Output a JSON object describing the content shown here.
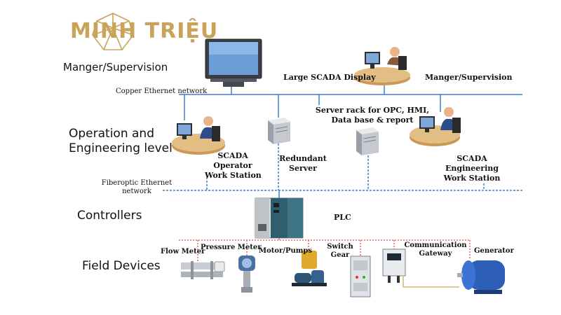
{
  "brand": {
    "name": "MINH TRIỆU"
  },
  "levels": {
    "supervision": "Manger/Supervision",
    "operation": [
      "Operation and",
      "Engineering level"
    ],
    "controllers": "Controllers",
    "field": "Field Devices"
  },
  "networks": {
    "copper": "Copper Ethernet network",
    "fiber": [
      "Fiberoptic Ethernet",
      "network"
    ]
  },
  "nodes": {
    "large_display": "Large SCADA Display",
    "manager_right": "Manger/Supervision",
    "server_rack": [
      "Server rack for OPC, HMI,",
      "Data base & report"
    ],
    "operator_ws": [
      "SCADA",
      "Operator",
      "Work Station"
    ],
    "redundant": [
      "Redundant",
      "Server"
    ],
    "engineering_ws": [
      "SCADA",
      "Engineering",
      "Work Station"
    ],
    "plc": "PLC"
  },
  "devices": {
    "flow_meter": "Flow Meter",
    "pressure_meter": "Pressure Meter",
    "motor_pumps": "Motor/Pumps",
    "switch_gear": [
      "Switch",
      "Gear"
    ],
    "comm_gateway": [
      "Communication",
      "Gateway"
    ],
    "generator": "Generator"
  },
  "colors": {
    "brand_gold": "#c9a35a",
    "network_blue": "#3b7fd1",
    "fieldbus_red": "#e05050",
    "desk_tan": "#d9b27a",
    "operator_blue": "#2d4c8a"
  }
}
